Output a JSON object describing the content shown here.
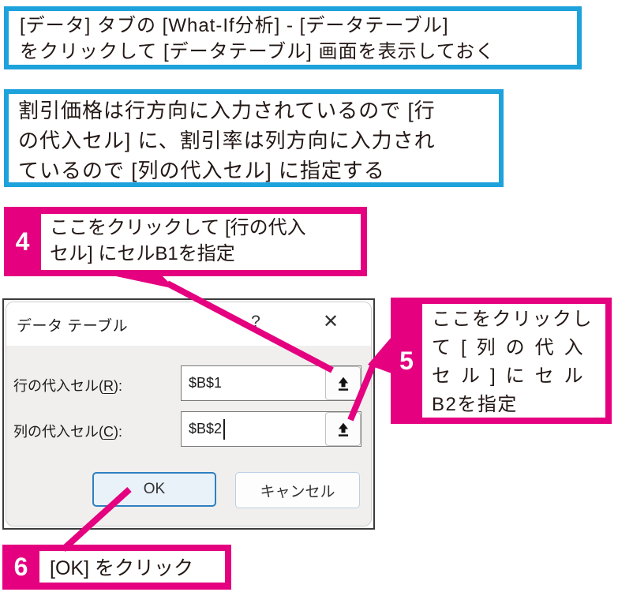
{
  "colors": {
    "accent_pink": "#e4007f",
    "accent_blue": "#1ea2dc"
  },
  "info_boxes": {
    "box1": {
      "text": "[データ] タブの [What-If分析] - [データテーブル]\nをクリックして [データテーブル] 画面を表示しておく"
    },
    "box2": {
      "text": "割引価格は行方向に入力されているので [行\nの代入セル] に、割引率は列方向に入力され\nているので [列の代入セル] に指定する"
    }
  },
  "callouts": {
    "step4": {
      "number": "4",
      "text": "ここをクリックして [行の代入\nセル] にセルB1を指定"
    },
    "step5": {
      "number": "5",
      "lines": [
        "ここをクリックし",
        "て[列の代入",
        "セル]にセル",
        "B2を指定"
      ]
    },
    "step6": {
      "number": "6",
      "text": "[OK] をクリック"
    }
  },
  "dialog": {
    "title": "データ テーブル",
    "help_icon": "?",
    "close_icon": "✕",
    "fields": [
      {
        "label_pre": "行の代入セル(",
        "access_key": "R",
        "label_post": "):",
        "value": "$B$1"
      },
      {
        "label_pre": "列の代入セル(",
        "access_key": "C",
        "label_post": "):",
        "value": "$B$2"
      }
    ],
    "buttons": {
      "ok": "OK",
      "cancel": "キャンセル"
    }
  }
}
